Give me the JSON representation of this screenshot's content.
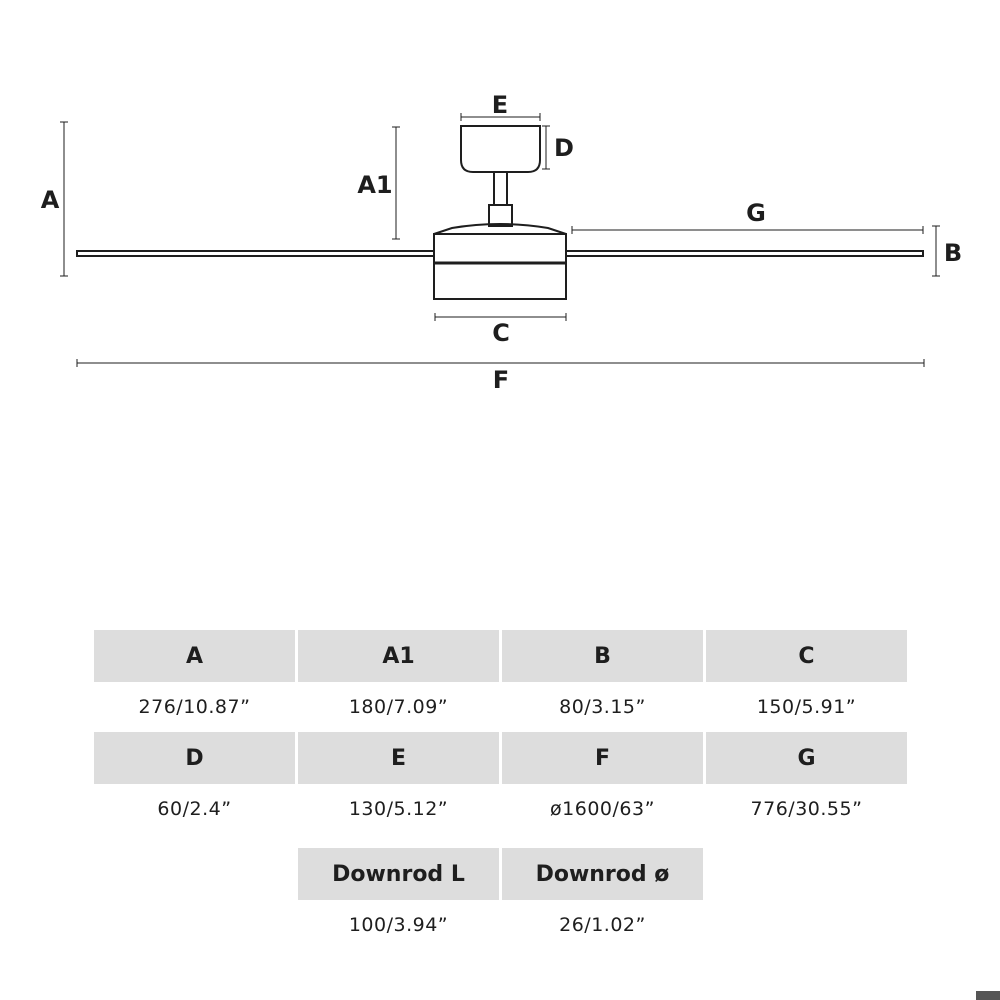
{
  "diagram": {
    "labels": {
      "A": "A",
      "A1": "A1",
      "B": "B",
      "C": "C",
      "D": "D",
      "E": "E",
      "F": "F",
      "G": "G"
    }
  },
  "table": {
    "rows": [
      [
        {
          "header": "A",
          "value": "276/10.87”"
        },
        {
          "header": "A1",
          "value": "180/7.09”"
        },
        {
          "header": "B",
          "value": "80/3.15”"
        },
        {
          "header": "C",
          "value": "150/5.91”"
        }
      ],
      [
        {
          "header": "D",
          "value": "60/2.4”"
        },
        {
          "header": "E",
          "value": "130/5.12”"
        },
        {
          "header": "F",
          "value": "ø1600/63”"
        },
        {
          "header": "G",
          "value": "776/30.55”"
        }
      ],
      [
        {
          "header": "Downrod L",
          "value": "100/3.94”"
        },
        {
          "header": "Downrod ø",
          "value": "26/1.02”"
        }
      ]
    ]
  },
  "colors": {
    "ink": "#1e1e1e",
    "header_bg": "#dddddd",
    "body_bg": "#ffffff"
  }
}
